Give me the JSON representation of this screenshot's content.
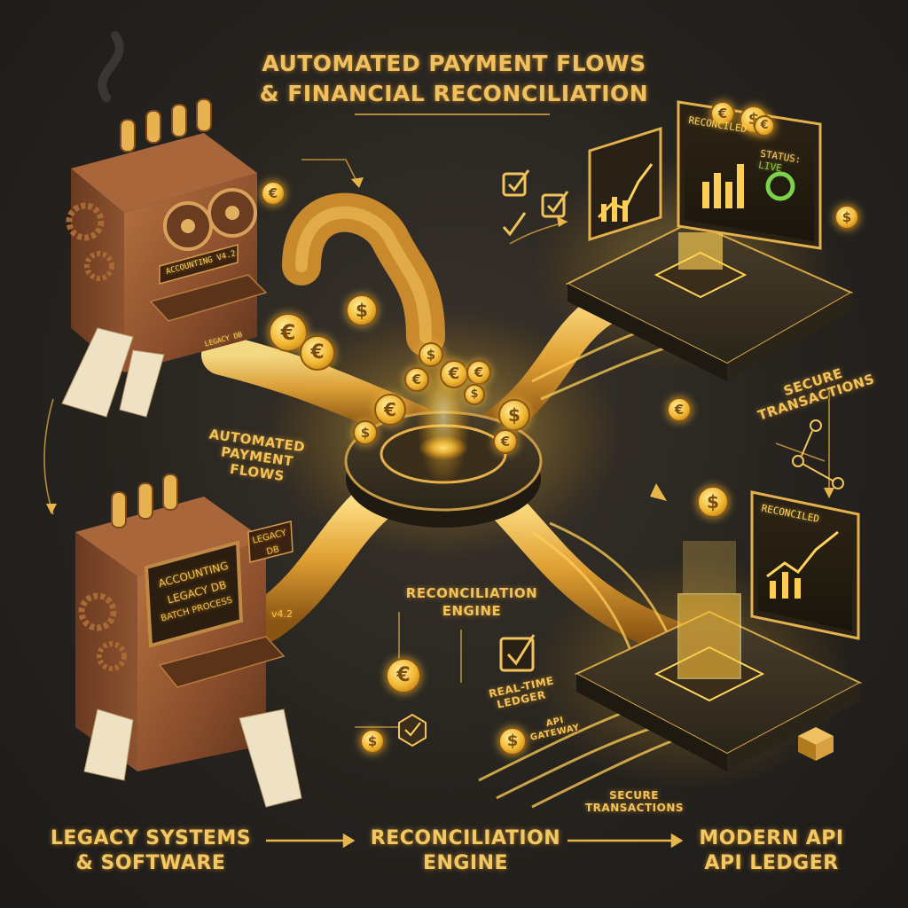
{
  "title": {
    "line1": "AUTOMATED PAYMENT FLOWS",
    "line2": "& FINANCIAL RECONCILIATION"
  },
  "legacy_top": {
    "plate": "ACCOUNTING v4.2",
    "side_plate": "LEGACY DB"
  },
  "legacy_bottom": {
    "screen_lines": [
      "ACCOUNTING",
      "LEGACY DB",
      "BATCH PROCESS"
    ],
    "side_plate": "LEGACY DB",
    "version": "v4.2"
  },
  "labels": {
    "automated_payment_flows": [
      "AUTOMATED",
      "PAYMENT",
      "FLOWS"
    ],
    "reconciliation_engine": [
      "RECONCILIATION",
      "ENGINE"
    ],
    "secure_transactions_top": [
      "SECURE",
      "TRANSACTIONS"
    ],
    "secure_transactions_bottom": [
      "SECURE",
      "TRANSACTIONS"
    ],
    "real_time_ledger": [
      "REAL-TIME",
      "LEDGER"
    ],
    "api_gateway": [
      "API",
      "GATEWAY"
    ]
  },
  "monitor_top": {
    "header": "RECONCILED",
    "status": "STATUS:",
    "status_value": "LIVE"
  },
  "monitor_bottom": {
    "header": "RECONCILED"
  },
  "coin_symbols": [
    "€",
    "$"
  ],
  "footer": {
    "left": [
      "LEGACY SYSTEMS",
      "& SOFTWARE"
    ],
    "center": [
      "RECONCILIATION",
      "ENGINE"
    ],
    "right": [
      "MODERN API",
      "API LEDGER"
    ]
  },
  "colors": {
    "background": "#26231f",
    "gold": "#f2c35a",
    "glow": "#ffd35a",
    "rust": "#9a5a32",
    "live": "#7cd34a"
  }
}
